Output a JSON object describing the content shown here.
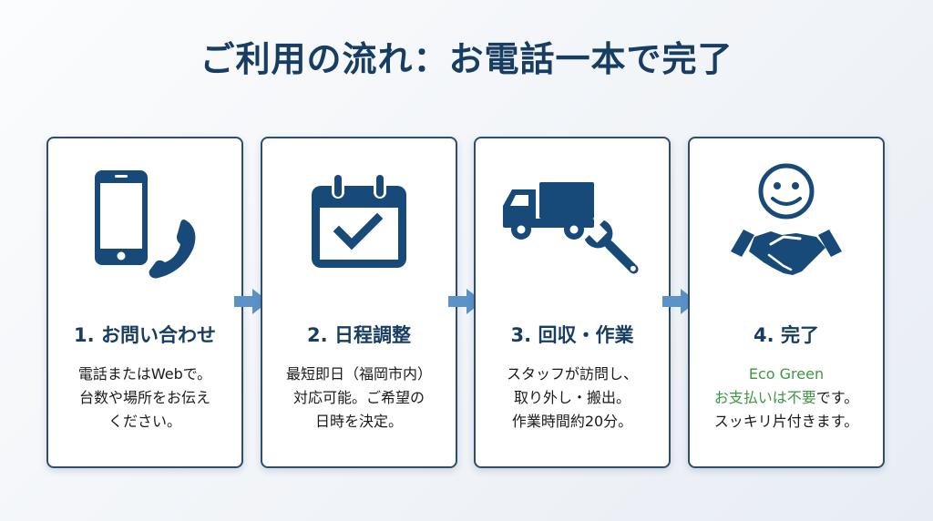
{
  "title": "ご利用の流れ：お電話一本で完了",
  "colors": {
    "primary": "#173e62",
    "icon": "#174a78",
    "arrow": "#5b93c9",
    "accent_green": "#3e9645",
    "card_border": "#2f4d6c"
  },
  "steps": [
    {
      "title": "1. お問い合わせ",
      "icon": "smartphone-and-phone-handset",
      "lines": [
        "電話またはWebで。",
        "台数や場所をお伝え",
        "ください。"
      ]
    },
    {
      "title": "2. 日程調整",
      "icon": "calendar-check",
      "lines": [
        "最短即日（福岡市内）",
        "対応可能。ご希望の",
        "日時を決定。"
      ]
    },
    {
      "title": "3. 回収・作業",
      "icon": "truck-and-wrench",
      "lines": [
        "スタッフが訪問し、",
        "取り外し・搬出。",
        "作業時間約20分。"
      ]
    },
    {
      "title": "4. 完了",
      "icon": "smiley-and-handshake",
      "line1_green": "Eco Green",
      "line2_green": "お支払いは不要",
      "line2_rest": "です。",
      "line3": "スッキリ片付きます。"
    }
  ],
  "arrows": [
    "right-arrow",
    "right-arrow",
    "right-arrow"
  ]
}
